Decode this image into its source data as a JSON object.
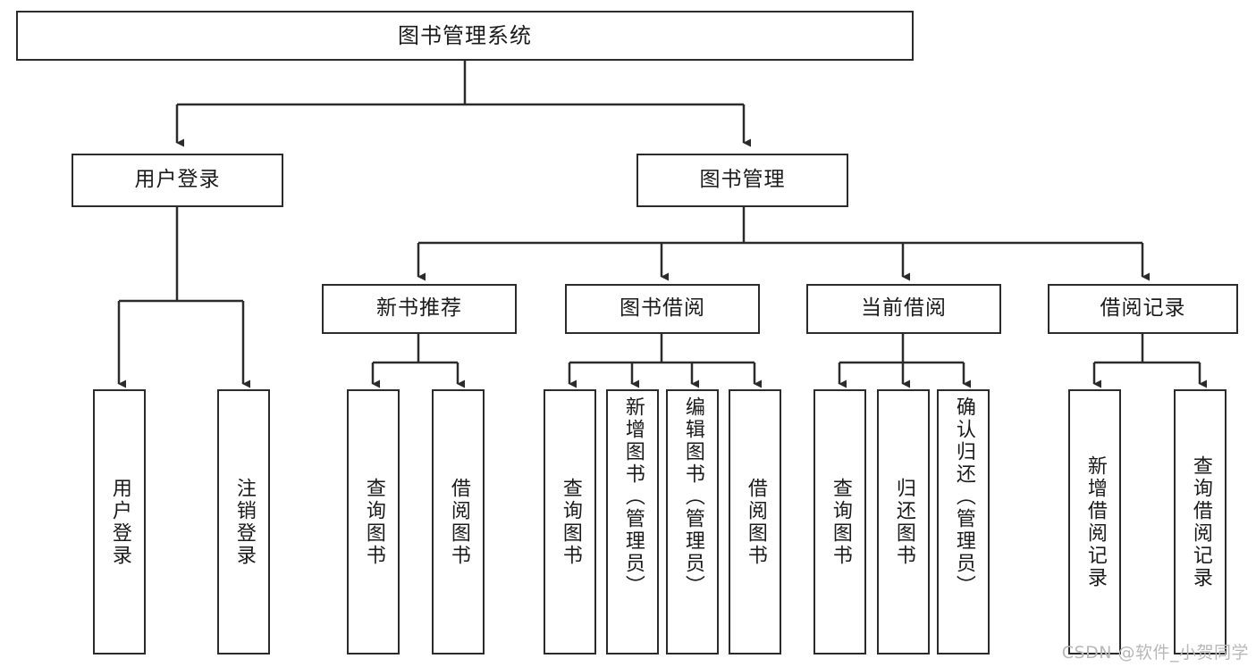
{
  "diagram": {
    "title": "图书管理系统",
    "watermark": "CSDN @软件_小贺同学",
    "line_color": "#2b2b2b",
    "box_fill": "#ffffff",
    "text_color": "#1b1b1b",
    "watermark_color": "#b8b8b8",
    "root": {
      "label": "图书管理系统"
    },
    "level1": [
      {
        "label": "用户登录"
      },
      {
        "label": "图书管理"
      }
    ],
    "level2": [
      {
        "label": "新书推荐"
      },
      {
        "label": "图书借阅"
      },
      {
        "label": "当前借阅"
      },
      {
        "label": "借阅记录"
      }
    ],
    "leaves": {
      "user_login": [
        {
          "label": "用户登录"
        },
        {
          "label": "注销登录"
        }
      ],
      "new_book": [
        {
          "label": "查询图书"
        },
        {
          "label": "借阅图书"
        }
      ],
      "book_borrow": [
        {
          "label": "查询图书"
        },
        {
          "label": "新增图书（管理员）"
        },
        {
          "label": "编辑图书（管理员）"
        },
        {
          "label": "借阅图书"
        }
      ],
      "current_borrow": [
        {
          "label": "查询图书"
        },
        {
          "label": "归还图书"
        },
        {
          "label": "确认归还（管理员）"
        }
      ],
      "borrow_record": [
        {
          "label": "新增借阅记录"
        },
        {
          "label": "查询借阅记录"
        }
      ]
    }
  }
}
